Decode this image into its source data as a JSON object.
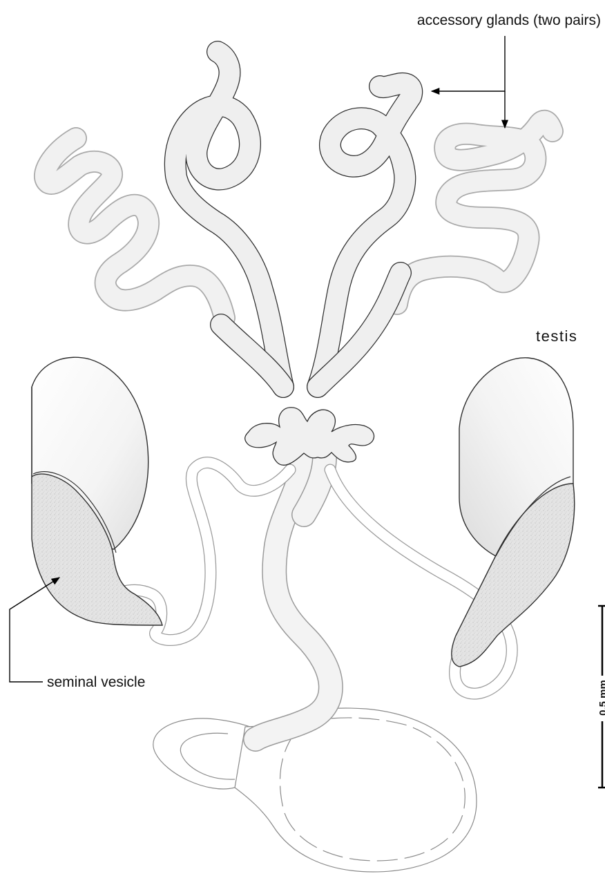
{
  "labels": {
    "accessory_glands": "accessory glands (two pairs)",
    "testis": "testis",
    "seminal_vesicle": "seminal vesicle"
  },
  "scale_bar": {
    "label": "0.5 mm"
  },
  "colors": {
    "outline_dark": "#2e2e2e",
    "outline_light": "#a9a9a9",
    "fill_light": "#f0f0f0",
    "stipple": "#dcdcdc"
  }
}
